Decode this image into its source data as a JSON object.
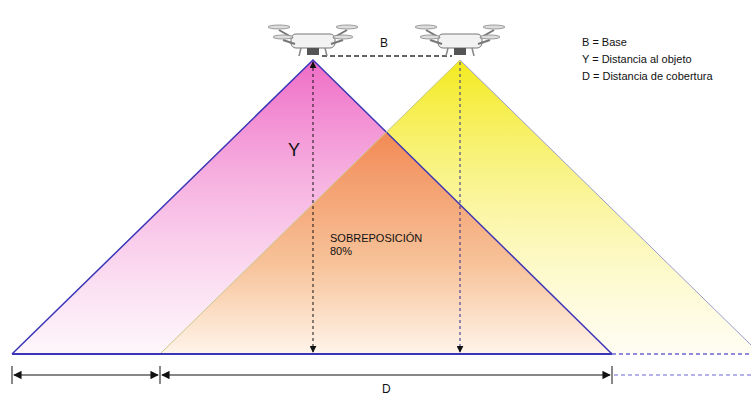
{
  "diagram": {
    "labels": [
      "B",
      "Y",
      "SOBREPOSICIÓN 80%",
      "B = Base",
      "Y = Distancia al objeto",
      "D = Distancia de cobertura",
      "D"
    ]
  }
}
